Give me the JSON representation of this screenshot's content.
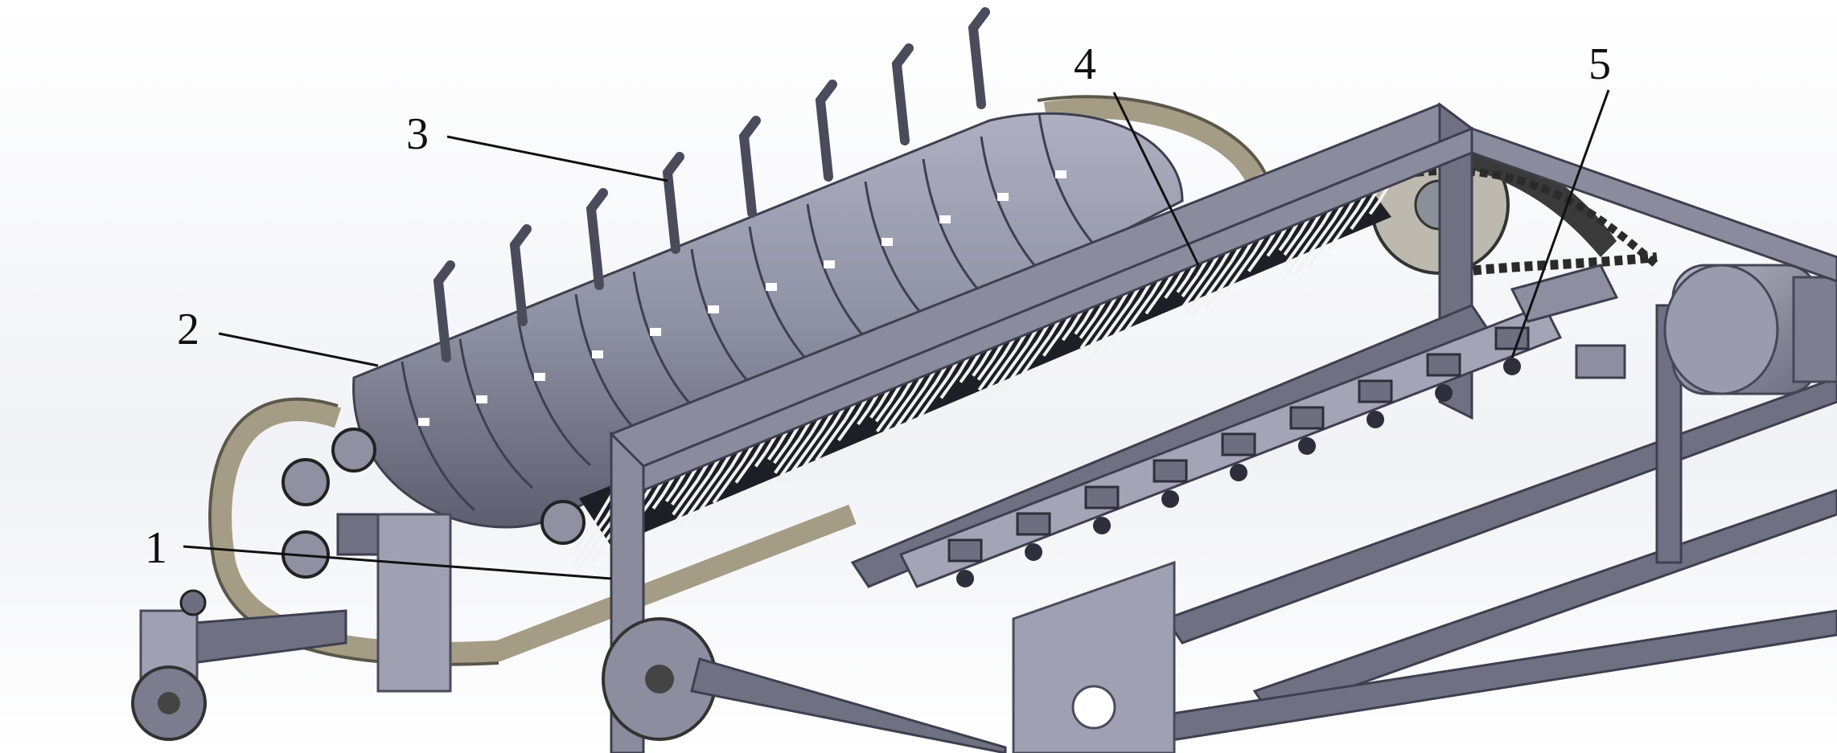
{
  "figure": {
    "callouts": [
      {
        "id": "1",
        "label": "1"
      },
      {
        "id": "2",
        "label": "2"
      },
      {
        "id": "3",
        "label": "3"
      },
      {
        "id": "4",
        "label": "4"
      },
      {
        "id": "5",
        "label": "5"
      }
    ],
    "colors": {
      "steel": "#6f7183",
      "steel_light": "#9fa1b3",
      "belt": "#a59c86",
      "brush_core": "#1e1f26",
      "bristle": "#f2f2f2"
    }
  }
}
